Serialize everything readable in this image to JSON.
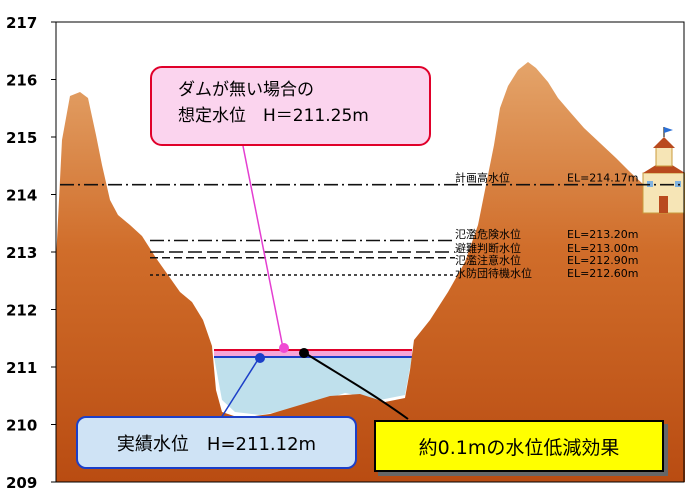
{
  "chart_data": {
    "type": "area",
    "title": "",
    "xlabel": "",
    "ylabel": "",
    "ylim": [
      209,
      217
    ],
    "yticks": [
      209,
      210,
      211,
      212,
      213,
      214,
      215,
      216,
      217
    ],
    "grid": false,
    "series": [
      {
        "name": "ダムが無い場合の想定水位",
        "values": [
          211.25
        ]
      },
      {
        "name": "実績水位",
        "values": [
          211.12
        ]
      }
    ],
    "levels": [
      {
        "label": "計画高水位",
        "value_text": "EL=214.17m",
        "value": 214.17,
        "style": "dashdot"
      },
      {
        "label": "氾濫危険水位",
        "value_text": "EL=213.20m",
        "value": 213.2,
        "style": "dashdot"
      },
      {
        "label": "避難判断水位",
        "value_text": "EL=213.00m",
        "value": 213.0,
        "style": "longdash"
      },
      {
        "label": "氾濫注意水位",
        "value_text": "EL=212.90m",
        "value": 212.9,
        "style": "dash"
      },
      {
        "label": "水防団待機水位",
        "value_text": "EL=212.60m",
        "value": 212.6,
        "style": "dot"
      }
    ],
    "annotations": {
      "no_dam_line1": "ダムが無い場合の",
      "no_dam_line2": "想定水位　H＝211.25m",
      "actual": "実績水位　H=211.12m",
      "effect": "約0.1mの水位低減効果"
    },
    "colors": {
      "terrain": "#c8581c",
      "terrain_light": "#e8a468",
      "water": "#bfe0ec",
      "no_dam_band": "#f7a6d8",
      "no_dam_line": "#e0002a",
      "actual_line": "#1c3fc8"
    }
  }
}
